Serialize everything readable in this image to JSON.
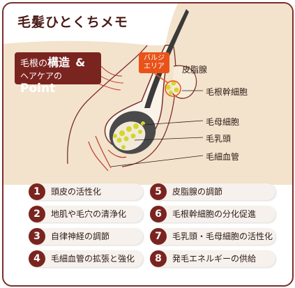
{
  "title": "毛髪ひとくちメモ",
  "badge": {
    "line1_prefix": "毛根の",
    "line1_bold": "構造",
    "line1_amp": "&",
    "line2_prefix": "ヘアケアの",
    "line2_bold": "Point"
  },
  "bulge_label": [
    "バルジ",
    "エリア"
  ],
  "labels": {
    "sebaceous": "皮脂腺",
    "stem": "毛根幹細胞",
    "matrix": "毛母細胞",
    "papilla": "毛乳頭",
    "capillary": "毛細血管"
  },
  "points": [
    {
      "num": "1",
      "text": "頭皮の活性化"
    },
    {
      "num": "2",
      "text": "地肌や毛穴の清浄化"
    },
    {
      "num": "3",
      "text": "自律神経の調節"
    },
    {
      "num": "4",
      "text": "毛細血管の拡張と強化"
    },
    {
      "num": "5",
      "text": "皮脂腺の調節"
    },
    {
      "num": "6",
      "text": "毛根幹細胞の分化促進"
    },
    {
      "num": "7",
      "text": "毛乳頭・毛母細胞の活性化"
    },
    {
      "num": "8",
      "text": "発毛エネルギーの供給"
    }
  ],
  "colors": {
    "accent": "#7a2420",
    "skin": "#f3e3cc",
    "follicle": "#faf3ea",
    "bulge": "#e9531a",
    "dots": "#d4d62a"
  }
}
